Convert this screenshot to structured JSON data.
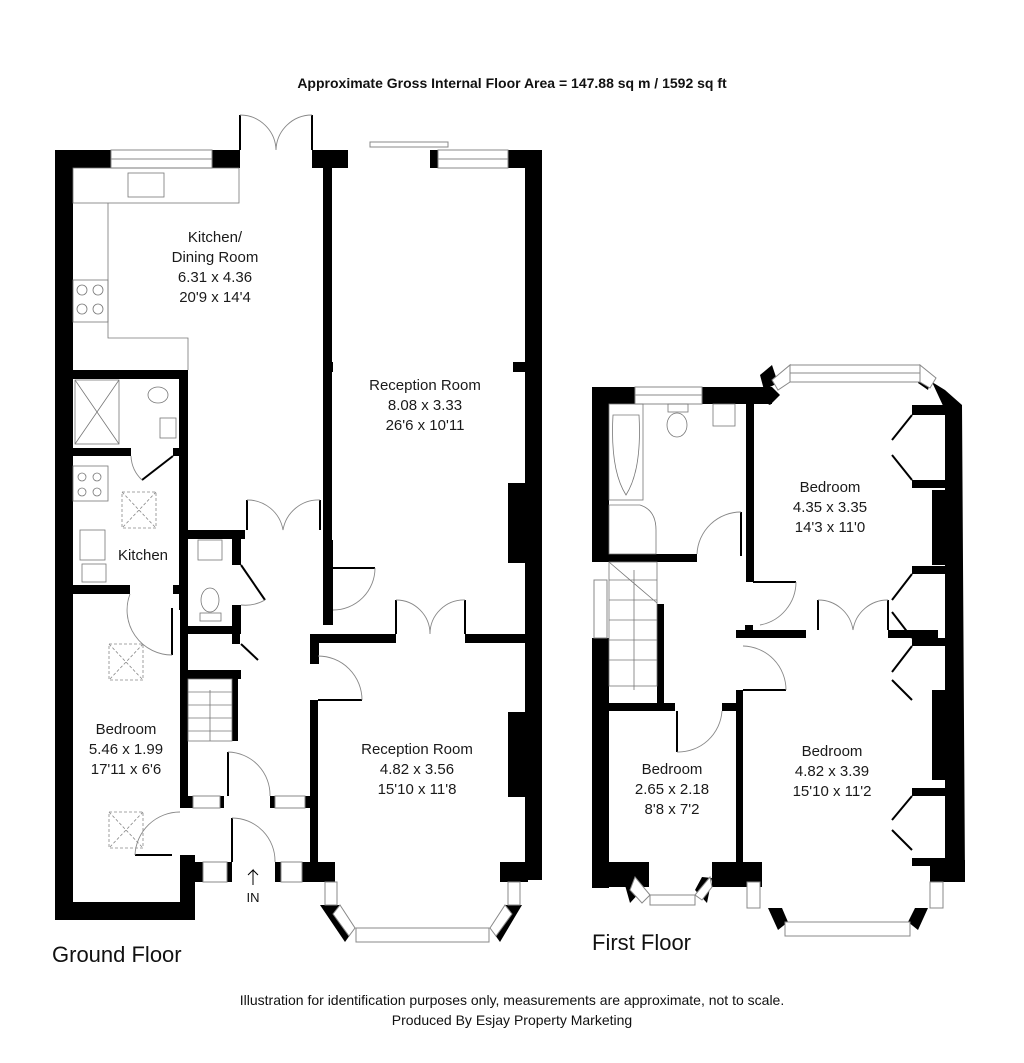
{
  "header": {
    "title": "Approximate Gross Internal Floor Area = 147.88 sq m / 1592 sq ft"
  },
  "ground_floor": {
    "label": "Ground Floor",
    "rooms": [
      {
        "name": "Kitchen/",
        "name2": "Dining Room",
        "metric": "6.31 x 4.36",
        "imperial": "20'9 x 14'4"
      },
      {
        "name": "Reception Room",
        "metric": "8.08 x 3.33",
        "imperial": "26'6 x 10'11"
      },
      {
        "name": "Kitchen"
      },
      {
        "name": "Bedroom",
        "metric": "5.46 x 1.99",
        "imperial": "17'11 x 6'6"
      },
      {
        "name": "Reception Room",
        "metric": "4.82 x 3.56",
        "imperial": "15'10 x 11'8"
      }
    ],
    "entrance_label": "IN"
  },
  "first_floor": {
    "label": "First Floor",
    "rooms": [
      {
        "name": "Bedroom",
        "metric": "4.35 x 3.35",
        "imperial": "14'3 x 11'0"
      },
      {
        "name": "Bedroom",
        "metric": "2.65 x 2.18",
        "imperial": "8'8 x 7'2"
      },
      {
        "name": "Bedroom",
        "metric": "4.82 x 3.39",
        "imperial": "15'10 x 11'2"
      }
    ]
  },
  "footer": {
    "disclaimer": "Illustration for identification purposes only, measurements are approximate, not to scale.",
    "credit": "Produced By Esjay Property Marketing"
  },
  "colors": {
    "wall": "#000000",
    "fixture": "#888888",
    "background": "#ffffff"
  }
}
